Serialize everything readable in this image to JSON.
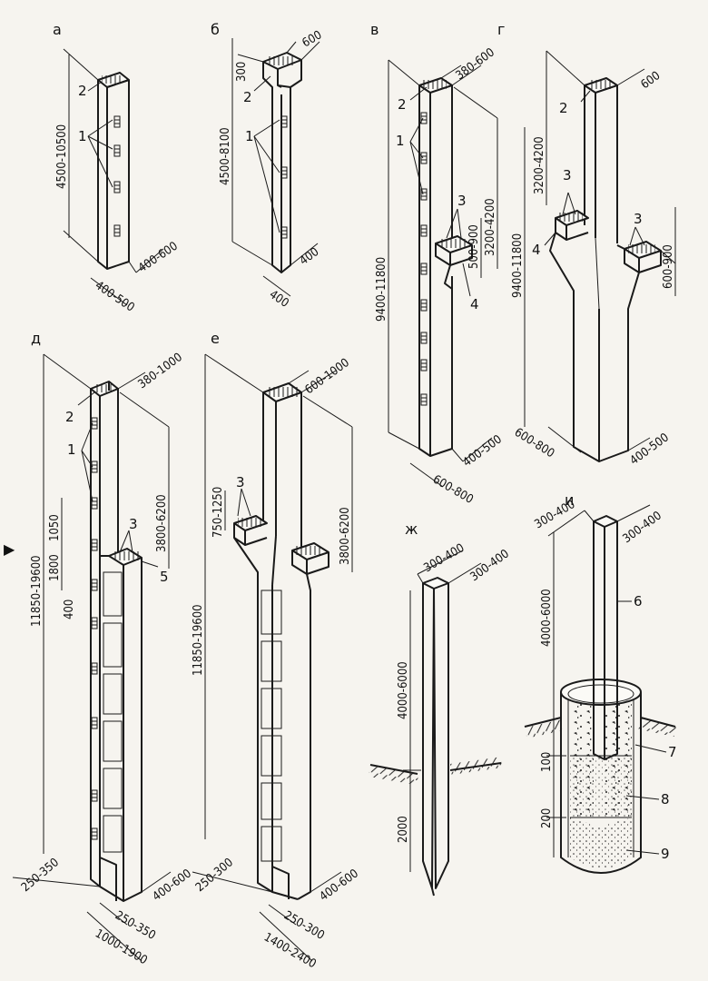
{
  "figures": {
    "a": {
      "letter": "а",
      "height": "4500-10500",
      "depth": "400-600",
      "width": "400-500",
      "marks": [
        "1",
        "2"
      ]
    },
    "b": {
      "letter": "б",
      "top_w": "600",
      "top_h": "300",
      "height": "4500-8100",
      "depth": "400",
      "width": "400",
      "marks": [
        "1",
        "2"
      ]
    },
    "v": {
      "letter": "в",
      "top_w": "380-600",
      "height": "9400-11800",
      "upper": "3200-4200",
      "console": "500-900",
      "depth": "400-500",
      "width": "600-800",
      "marks": [
        "1",
        "2",
        "3",
        "4"
      ]
    },
    "g": {
      "letter": "г",
      "top_w": "600",
      "upper": "3200-4200",
      "height": "9400-11800",
      "console": "600-900",
      "depth": "400-500",
      "width": "600-800",
      "marks": [
        "2",
        "3",
        "3",
        "4"
      ]
    },
    "d": {
      "letter": "д",
      "top_w": "380-1000",
      "upper": "3800-6200",
      "c1": "1050",
      "c2": "1800",
      "c3": "400",
      "height": "11850-19600",
      "leg": "250-350",
      "depth": "400-600",
      "side": "250-350",
      "width": "1000-1900",
      "marks": [
        "1",
        "2",
        "3",
        "5"
      ]
    },
    "e": {
      "letter": "е",
      "top_w": "600-1000",
      "upper": "3800-6200",
      "c1": "750-1250",
      "height": "11850-19600",
      "leg": "250-300",
      "depth": "400-600",
      "side": "250-300",
      "width": "1400-2400",
      "marks": [
        "3"
      ]
    },
    "zh": {
      "letter": "ж",
      "w1": "300-400",
      "w2": "300-400",
      "upper": "4000-6000",
      "lower": "2000"
    },
    "i": {
      "letter": "и",
      "w1": "300-400",
      "w2": "300-400",
      "upper": "4000-6000",
      "d1": "100",
      "d2": "200",
      "marks": [
        "6",
        "7",
        "8",
        "9"
      ]
    }
  },
  "margin_marker": "▶"
}
